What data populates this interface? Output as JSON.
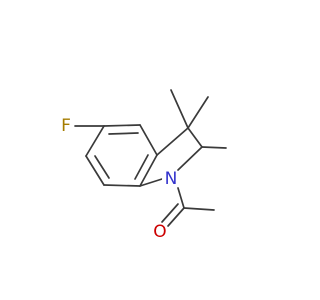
{
  "atoms": {
    "fluorine": {
      "symbol": "F",
      "color": "#A57C00"
    },
    "nitrogen": {
      "symbol": "N",
      "color": "#3333CC"
    },
    "oxygen": {
      "symbol": "O",
      "color": "#CC0000"
    }
  },
  "colors": {
    "bond": "#3a3a3a",
    "background": "#ffffff"
  }
}
